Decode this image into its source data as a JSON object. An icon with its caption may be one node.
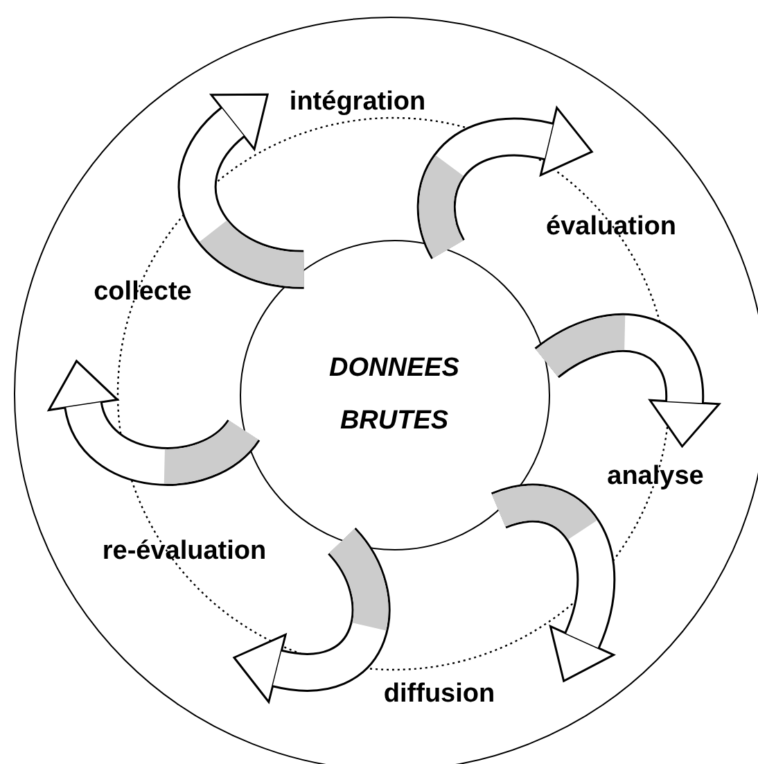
{
  "diagram": {
    "nodes": [
      {
        "text": [],
        "shape": "circle"
      },
      {
        "text": [
          "DONNEES BRUTES"
        ],
        "in": 0
      }
    ],
    "edges": [
      {
        "from": 1,
        "to": 0,
        "arrow": "to"
      },
      {
        "from": 1,
        "to": 0,
        "arrow": "to"
      },
      {
        "from": 1,
        "to": 0,
        "arrow": "to"
      },
      {
        "from": 1,
        "to": 0,
        "arrow": "to"
      },
      {
        "from": 1,
        "to": 0,
        "arrow": "to"
      },
      {
        "from": 1,
        "to": 0,
        "arrow": "to"
      }
    ],
    "labels": [
      "intégration",
      "évaluation",
      "collecte",
      "analyse",
      "re-évaluation",
      "diffusion"
    ]
  }
}
